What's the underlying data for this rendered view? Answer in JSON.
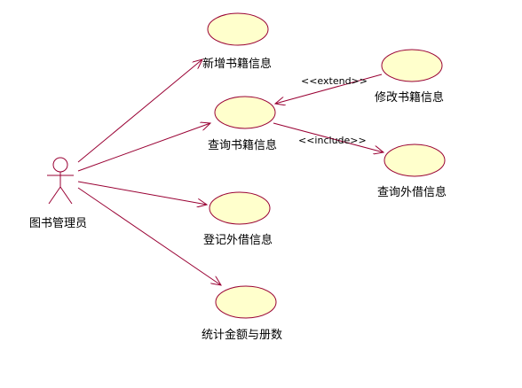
{
  "colors": {
    "background": "#ffffff",
    "usecase_fill": "#ffffcc",
    "usecase_stroke": "#990033",
    "association": "#990033",
    "actor_stroke": "#990033",
    "text": "#000000"
  },
  "actor": {
    "name": "图书管理员"
  },
  "use_cases": [
    {
      "id": "add",
      "label": "新增书籍信息"
    },
    {
      "id": "query",
      "label": "查询书籍信息"
    },
    {
      "id": "modify",
      "label": "修改书籍信息"
    },
    {
      "id": "query_loan",
      "label": "查询外借信息"
    },
    {
      "id": "register_loan",
      "label": "登记外借信息"
    },
    {
      "id": "stats",
      "label": "统计金额与册数"
    }
  ],
  "relationships": [
    {
      "type": "association",
      "from": "actor",
      "to": "add"
    },
    {
      "type": "association",
      "from": "actor",
      "to": "query"
    },
    {
      "type": "association",
      "from": "actor",
      "to": "register_loan"
    },
    {
      "type": "association",
      "from": "actor",
      "to": "stats"
    },
    {
      "type": "dependency",
      "from": "modify",
      "to": "query",
      "stereotype": "<<extend>>"
    },
    {
      "type": "dependency",
      "from": "query",
      "to": "query_loan",
      "stereotype": "<<include>>"
    }
  ]
}
